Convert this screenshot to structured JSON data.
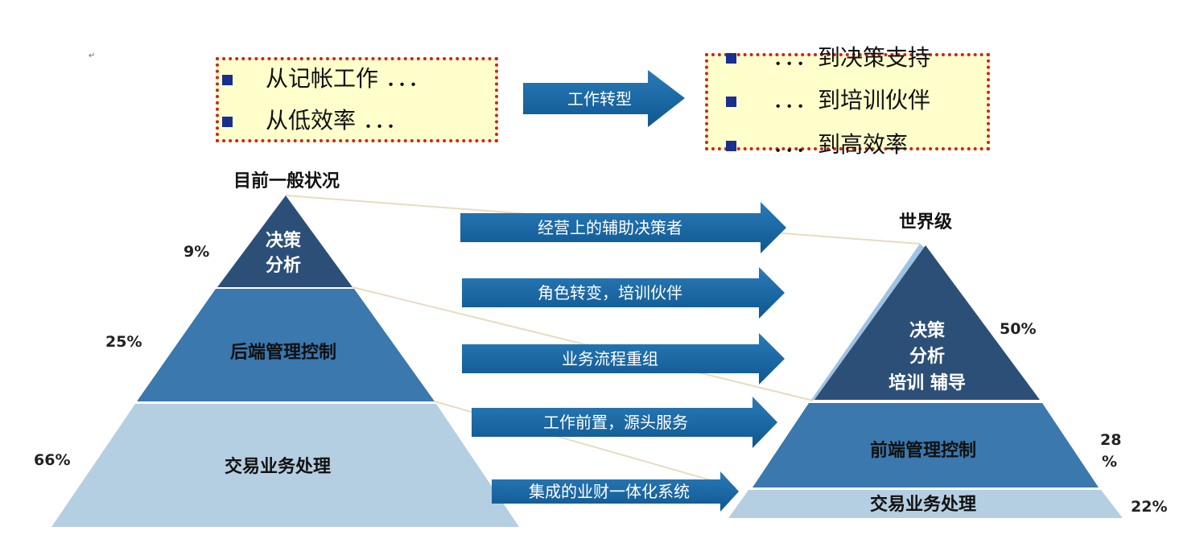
{
  "top_left_box": {
    "items": [
      "从记帐工作 ．．．",
      "从低效率 ．．．"
    ]
  },
  "transform_arrow": {
    "label": "工作转型"
  },
  "top_right_box": {
    "items": [
      "．．．到决策支持",
      "．．．到培训伙伴",
      "．．．到高效率"
    ]
  },
  "left_pyramid": {
    "title": "目前一般状况",
    "levels": [
      {
        "line1": "决策",
        "line2": "分析",
        "percent": "9%"
      },
      {
        "line1": "后端管理控制",
        "line2": "",
        "percent": "25%"
      },
      {
        "line1": "交易业务处理",
        "line2": "",
        "percent": "66%"
      }
    ]
  },
  "right_pyramid": {
    "title": "世界级",
    "levels": [
      {
        "line1": "决策",
        "line2": "分析",
        "line3": "培训 辅导",
        "percent": "50%"
      },
      {
        "line1": "前端管理控制",
        "percent_line1": "28",
        "percent_line2": "%"
      },
      {
        "line1": "交易业务处理",
        "percent": "22%"
      }
    ]
  },
  "mid_arrows": [
    "经营上的辅助决策者",
    "角色转变，培训伙伴",
    "业务流程重组",
    "工作前置，源头服务",
    "集成的业财一体化系统"
  ],
  "colors": {
    "dark": "#2c4f78",
    "mid": "#3a78ad",
    "light": "#b5cfe2",
    "arrow": "#1a68a3"
  }
}
